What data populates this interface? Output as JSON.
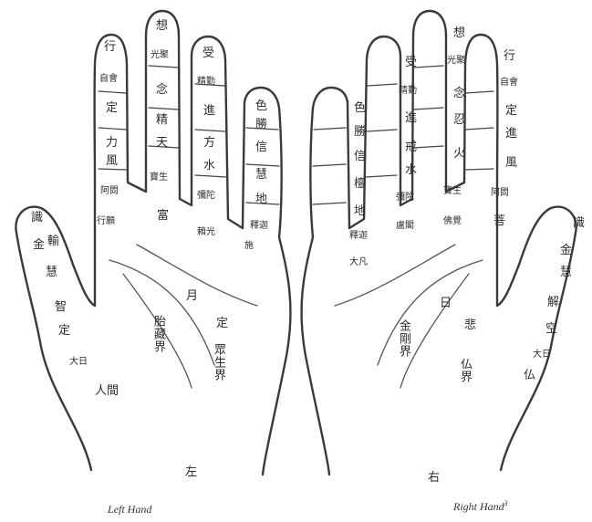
{
  "left_hand": {
    "caption": "Left Hand",
    "mark": "左",
    "thumb_labels": [
      "識",
      "金",
      "輸",
      "慧",
      "智",
      "定",
      "大日",
      "人間"
    ],
    "index_labels": [
      "行",
      "自會",
      "定",
      "力",
      "風",
      "阿閦",
      "行願"
    ],
    "middle_labels": [
      "想",
      "光聚",
      "念",
      "精",
      "天",
      "寶生",
      "富"
    ],
    "ring_labels": [
      "受",
      "精勤",
      "進",
      "方",
      "水",
      "彌陀",
      "賴光"
    ],
    "little_labels": [
      "色",
      "勝",
      "信",
      "慧",
      "地",
      "釋迦",
      "施"
    ],
    "palm_labels": [
      "月",
      "胎藏界",
      "定",
      "眾生界"
    ]
  },
  "right_hand": {
    "caption": "Right Hand",
    "mark": "右",
    "thumb_labels": [
      "識",
      "金",
      "慧",
      "解",
      "空",
      "大日",
      "仏"
    ],
    "index_labels": [
      "行",
      "自會",
      "定",
      "進",
      "風",
      "阿閦",
      "菩"
    ],
    "middle_labels": [
      "想",
      "光聚",
      "念",
      "忍",
      "火",
      "寶生",
      "佛覺"
    ],
    "ring_labels": [
      "受",
      "精勤",
      "進",
      "戒",
      "水",
      "彌陀",
      "盧閣"
    ],
    "little_labels": [
      "色",
      "勝",
      "信",
      "檀",
      "地",
      "釋迦",
      "大凡"
    ],
    "palm_labels": [
      "日",
      "金剛界",
      "悲",
      "仏界"
    ]
  },
  "caption_superscript": "3"
}
